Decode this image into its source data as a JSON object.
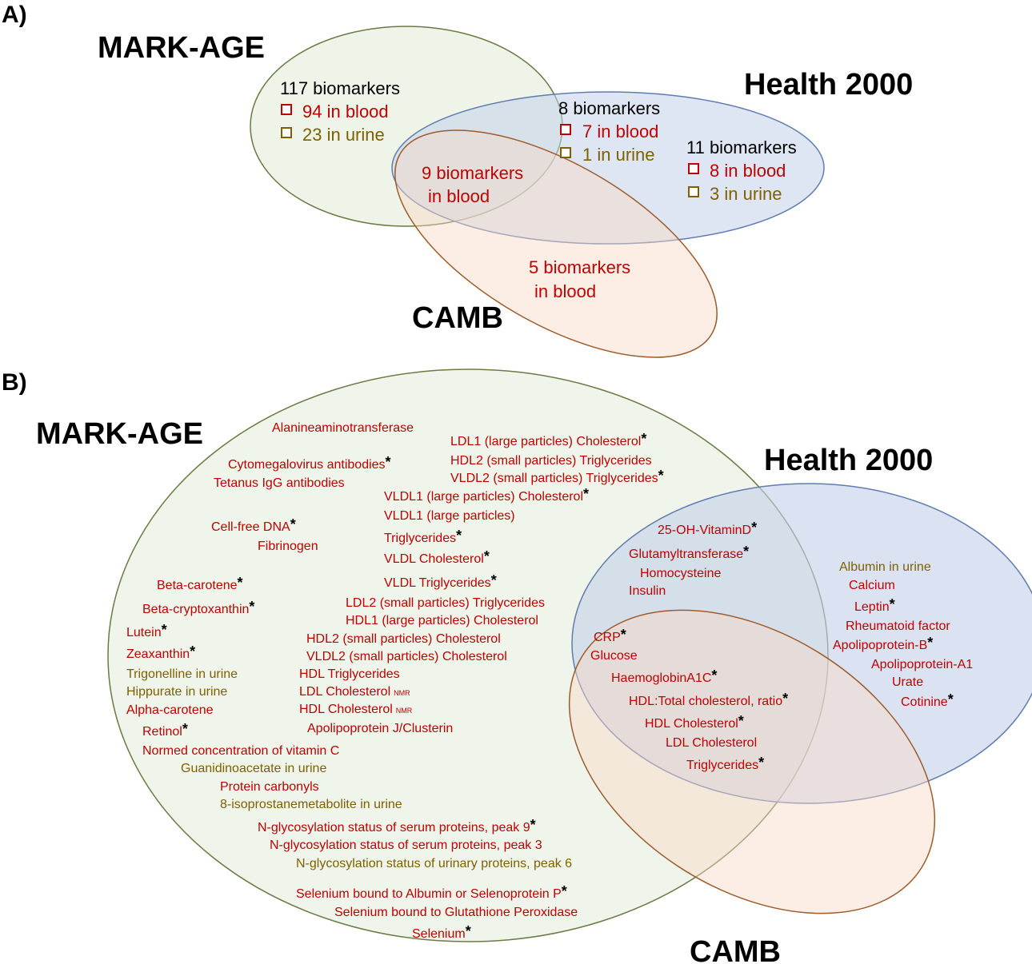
{
  "colors": {
    "blood": "#c00000",
    "urine": "#7f6000",
    "mark_age_fill": "#e2edd8",
    "mark_age_stroke": "#6b7a43",
    "health2000_fill": "#c3d1ea",
    "health2000_stroke": "#5f7cb0",
    "camb_fill": "#f8d9c6",
    "camb_stroke": "#9e5b2b"
  },
  "panel_a": {
    "label": "A)",
    "sets": {
      "mark_age": "MARK-AGE",
      "health2000": "Health 2000",
      "camb": "CAMB"
    },
    "mark_age_only": {
      "total": "117 biomarkers",
      "blood": "94 in blood",
      "urine": "23 in urine"
    },
    "mark_age_health": {
      "total": "8 biomarkers",
      "blood": "7 in blood",
      "urine": "1 in urine"
    },
    "health_only": {
      "total": "11 biomarkers",
      "blood": "8 in blood",
      "urine": "3 in urine"
    },
    "all_three": {
      "line1": "9 biomarkers",
      "line2": "in blood"
    },
    "camb_health": {
      "line1": "5 biomarkers",
      "line2": "in blood"
    }
  },
  "panel_b": {
    "label": "B)",
    "sets": {
      "mark_age": "MARK-AGE",
      "health2000": "Health 2000",
      "camb": "CAMB"
    },
    "mark_age_items": [
      {
        "text": "Alanineaminotransferase",
        "type": "blood"
      },
      {
        "text": "LDL1 (large particles) Cholesterol",
        "type": "blood",
        "star": "*"
      },
      {
        "text": "HDL2 (small particles) Triglycerides",
        "type": "blood"
      },
      {
        "text": "VLDL2 (small particles) Triglycerides",
        "type": "blood",
        "star": "*"
      },
      {
        "text": "Cytomegalovirus antibodies",
        "type": "blood",
        "star": "*"
      },
      {
        "text": "Tetanus IgG antibodies",
        "type": "blood"
      },
      {
        "text": "VLDL1 (large particles) Cholesterol",
        "type": "blood",
        "star": "*"
      },
      {
        "text": "VLDL1 (large particles)",
        "type": "blood"
      },
      {
        "text": "Cell-free DNA",
        "type": "blood",
        "star": "*"
      },
      {
        "text": "Fibrinogen",
        "type": "blood"
      },
      {
        "text": "Triglycerides",
        "type": "blood",
        "star": "*"
      },
      {
        "text": "VLDL Cholesterol",
        "type": "blood",
        "star": "*"
      },
      {
        "text": "VLDL Triglycerides",
        "type": "blood",
        "star": "*"
      },
      {
        "text": "Beta-carotene",
        "type": "blood",
        "star": "*"
      },
      {
        "text": "Beta-cryptoxanthin",
        "type": "blood",
        "star": "*"
      },
      {
        "text": "LDL2 (small particles) Triglycerides",
        "type": "blood"
      },
      {
        "text": "HDL1 (large particles) Cholesterol",
        "type": "blood"
      },
      {
        "text": "Lutein",
        "type": "blood",
        "star": "*"
      },
      {
        "text": "HDL2 (small particles) Cholesterol",
        "type": "blood"
      },
      {
        "text": "Zeaxanthin",
        "type": "blood",
        "star": "*"
      },
      {
        "text": "VLDL2 (small particles) Cholesterol",
        "type": "blood"
      },
      {
        "text": "Trigonelline in urine",
        "type": "urine"
      },
      {
        "text": "HDL Triglycerides",
        "type": "blood"
      },
      {
        "text": "Hippurate in urine",
        "type": "urine"
      },
      {
        "text": "LDL Cholesterol",
        "type": "blood",
        "sub": "NMR"
      },
      {
        "text": "Alpha-carotene",
        "type": "blood"
      },
      {
        "text": "HDL Cholesterol",
        "type": "blood",
        "sub": "NMR"
      },
      {
        "text": "Retinol",
        "type": "blood",
        "star": "*"
      },
      {
        "text": "Apolipoprotein J/Clusterin",
        "type": "blood"
      },
      {
        "text": "Normed concentration of vitamin C",
        "type": "blood"
      },
      {
        "text": "Guanidinoacetate in urine",
        "type": "urine"
      },
      {
        "text": "Protein carbonyls",
        "type": "blood"
      },
      {
        "text": "8-isoprostanemetabolite in urine",
        "type": "urine"
      },
      {
        "text": "N-glycosylation status of serum proteins, peak 9",
        "type": "blood",
        "star": "*"
      },
      {
        "text": "N-glycosylation status of serum proteins, peak 3",
        "type": "blood"
      },
      {
        "text": "N-glycosylation status of urinary proteins, peak 6",
        "type": "urine"
      },
      {
        "text": "Selenium bound to Albumin or Selenoprotein P",
        "type": "blood",
        "star": "*"
      },
      {
        "text": "Selenium bound to Glutathione Peroxidase",
        "type": "blood"
      },
      {
        "text": "Selenium",
        "type": "blood",
        "star": "*"
      }
    ],
    "mark_age_health_items": [
      {
        "text": "25-OH-VitaminD",
        "type": "blood",
        "star": "*"
      },
      {
        "text": "Glutamyltransferase",
        "type": "blood",
        "star": "*"
      },
      {
        "text": "Homocysteine",
        "type": "blood"
      },
      {
        "text": "Insulin",
        "type": "blood"
      }
    ],
    "all_three_items": [
      {
        "text": "CRP",
        "type": "blood",
        "star": "*"
      },
      {
        "text": "Glucose",
        "type": "blood"
      },
      {
        "text": "HaemoglobinA1C",
        "type": "blood",
        "star": "*"
      },
      {
        "text": "HDL:Total cholesterol, ratio",
        "type": "blood",
        "star": "*"
      },
      {
        "text": "HDL Cholesterol",
        "type": "blood",
        "star": "*"
      },
      {
        "text": "LDL Cholesterol",
        "type": "blood"
      },
      {
        "text": "Triglycerides",
        "type": "blood",
        "star": "*"
      }
    ],
    "health_only_items": [
      {
        "text": "Albumin in urine",
        "type": "urine"
      },
      {
        "text": "Calcium",
        "type": "blood"
      },
      {
        "text": "Leptin",
        "type": "blood",
        "star": "*"
      },
      {
        "text": "Rheumatoid factor",
        "type": "blood"
      },
      {
        "text": "Apolipoprotein-B",
        "type": "blood",
        "star": "*"
      },
      {
        "text": "Apolipoprotein-A1",
        "type": "blood"
      },
      {
        "text": "Urate",
        "type": "blood"
      },
      {
        "text": "Cotinine",
        "type": "blood",
        "star": "*"
      }
    ]
  }
}
